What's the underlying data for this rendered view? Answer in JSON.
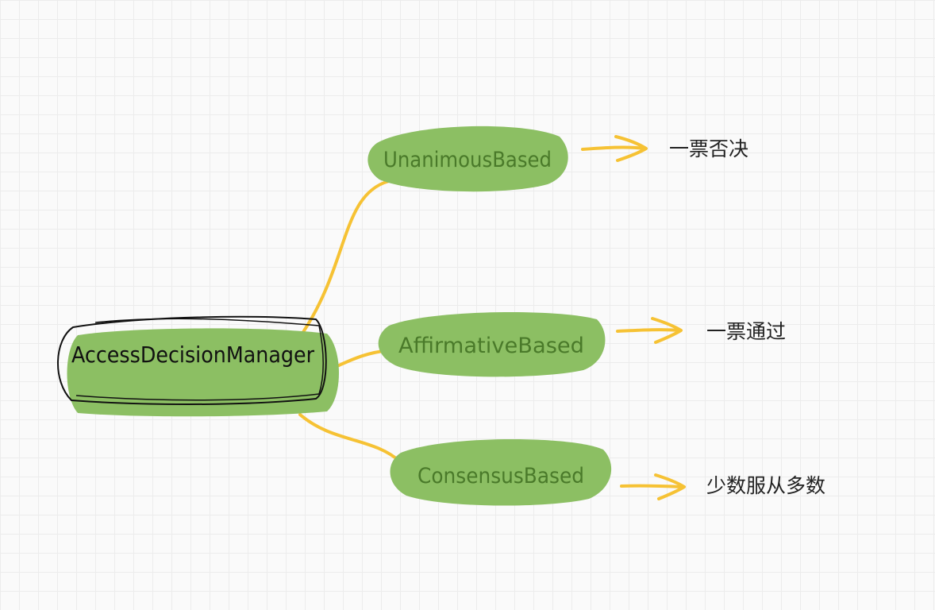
{
  "diagram": {
    "root": {
      "label": "AccessDecisionManager"
    },
    "children": [
      {
        "label": "UnanimousBased",
        "description": "一票否决"
      },
      {
        "label": "AffirmativeBased",
        "description": "一票通过"
      },
      {
        "label": "ConsensusBased",
        "description": "少数服从多数"
      }
    ]
  },
  "colors": {
    "node_fill": "#8cbf63",
    "node_text": "#4a7a2a",
    "connector": "#f6c234",
    "root_outline": "#111111",
    "description_text": "#222222"
  }
}
